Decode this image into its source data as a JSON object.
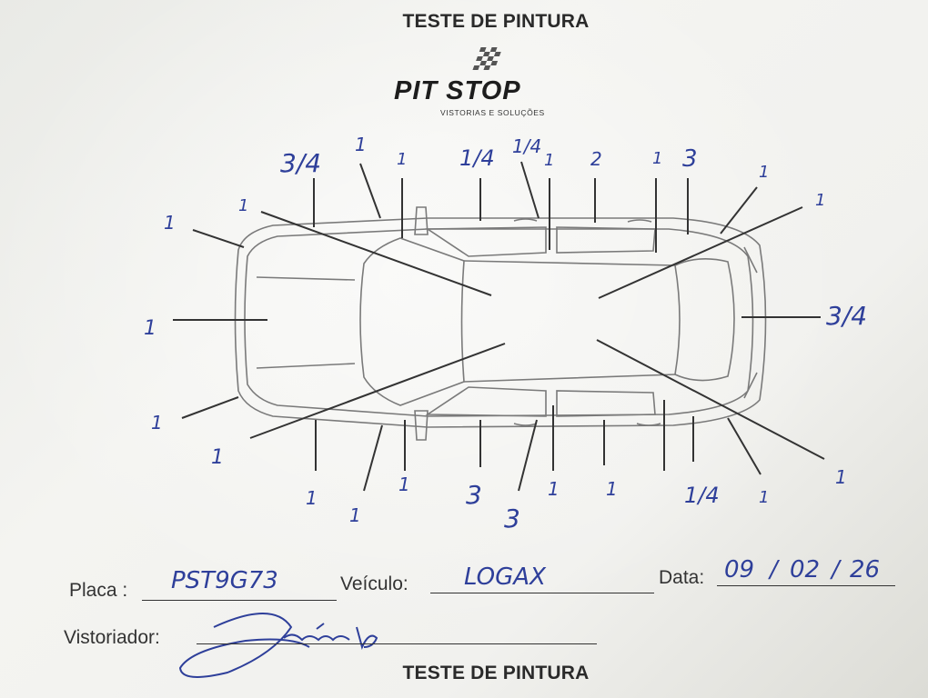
{
  "header": {
    "title": "TESTE DE PINTURA"
  },
  "logo": {
    "main": "PIT STOP",
    "sub": "VISTORIAS E SOLUÇÕES"
  },
  "diagram": {
    "readings": {
      "top_left_corner": "3/4",
      "top_left_a": "1",
      "top_left_b": "1",
      "top_mid_a": "1/4",
      "top_mid_b": "1/4",
      "top_mid_c": "1",
      "top_mid_d": "2",
      "top_right_a": "1",
      "top_right_b": "3",
      "top_right_corner": "1",
      "right_upper": "1",
      "right_side": "3/4",
      "diag_upper_left": "1",
      "left_upper": "1",
      "left_mid": "1",
      "left_lower": "1",
      "diag_lower_left": "1",
      "bottom_a": "1",
      "bottom_b": "1",
      "bottom_c": "1",
      "bottom_d": "3",
      "bottom_e": "3",
      "bottom_f": "1",
      "bottom_g": "1",
      "bottom_h": "1/4",
      "bottom_i": "1",
      "diag_lower_right": "1"
    }
  },
  "form": {
    "placa_label": "Placa :",
    "placa_value": "PST9G73",
    "veiculo_label": "Veículo:",
    "veiculo_value": "LOGAX",
    "data_label": "Data:",
    "data_day": "09",
    "data_month": "02",
    "data_year": "26",
    "vistoriador_label": "Vistoriador:"
  },
  "footer": {
    "title": "TESTE DE PINTURA"
  }
}
